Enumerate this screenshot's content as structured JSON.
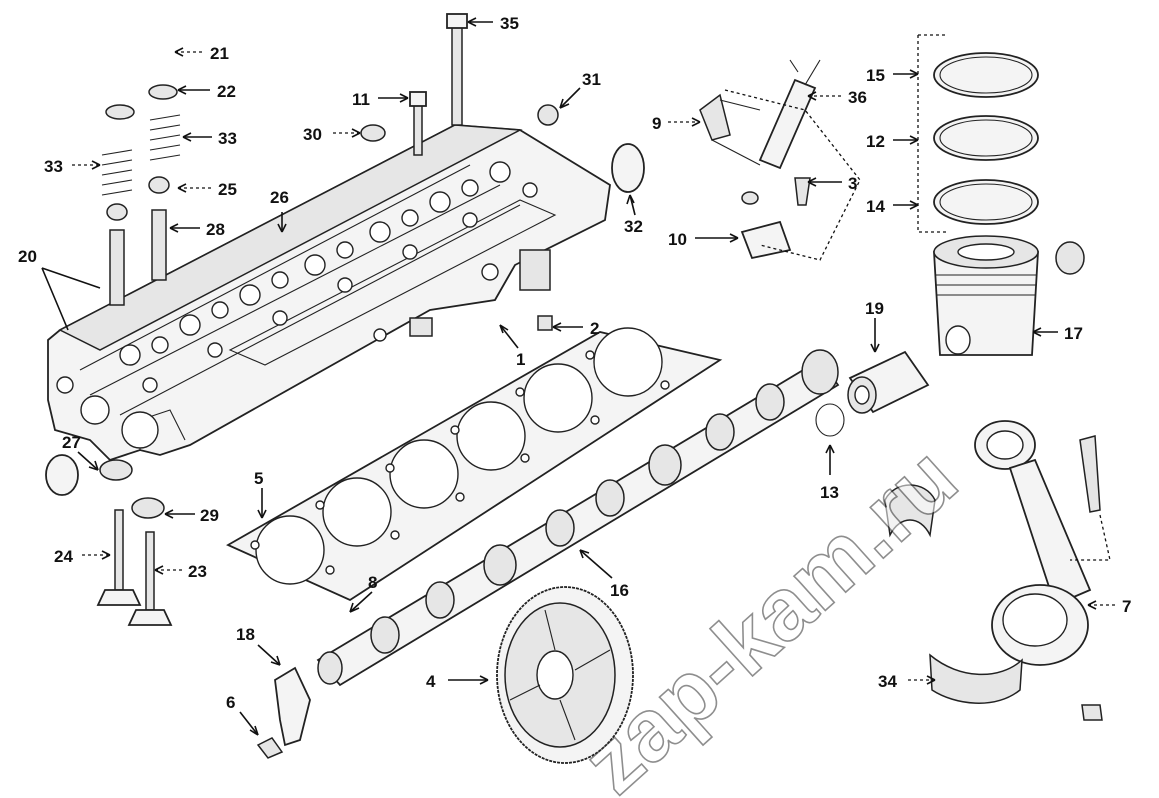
{
  "watermark": "zap-kam.ru",
  "parts": [
    {
      "id": "p1",
      "number": "1"
    },
    {
      "id": "p2",
      "number": "2"
    },
    {
      "id": "p3",
      "number": "3"
    },
    {
      "id": "p4",
      "number": "4"
    },
    {
      "id": "p5",
      "number": "5"
    },
    {
      "id": "p6",
      "number": "6"
    },
    {
      "id": "p7",
      "number": "7"
    },
    {
      "id": "p8",
      "number": "8"
    },
    {
      "id": "p9",
      "number": "9"
    },
    {
      "id": "p10",
      "number": "10"
    },
    {
      "id": "p11",
      "number": "11"
    },
    {
      "id": "p12",
      "number": "12"
    },
    {
      "id": "p13",
      "number": "13"
    },
    {
      "id": "p14",
      "number": "14"
    },
    {
      "id": "p15",
      "number": "15"
    },
    {
      "id": "p16",
      "number": "16"
    },
    {
      "id": "p17",
      "number": "17"
    },
    {
      "id": "p18",
      "number": "18"
    },
    {
      "id": "p19",
      "number": "19"
    },
    {
      "id": "p20",
      "number": "20"
    },
    {
      "id": "p21",
      "number": "21"
    },
    {
      "id": "p22",
      "number": "22"
    },
    {
      "id": "p23",
      "number": "23"
    },
    {
      "id": "p24",
      "number": "24"
    },
    {
      "id": "p25",
      "number": "25"
    },
    {
      "id": "p26",
      "number": "26"
    },
    {
      "id": "p27",
      "number": "27"
    },
    {
      "id": "p28",
      "number": "28"
    },
    {
      "id": "p29",
      "number": "29"
    },
    {
      "id": "p30",
      "number": "30"
    },
    {
      "id": "p31",
      "number": "31"
    },
    {
      "id": "p32",
      "number": "32"
    },
    {
      "id": "p33a",
      "number": "33"
    },
    {
      "id": "p33b",
      "number": "33"
    },
    {
      "id": "p34",
      "number": "34"
    },
    {
      "id": "p35",
      "number": "35"
    },
    {
      "id": "p36",
      "number": "36"
    }
  ]
}
